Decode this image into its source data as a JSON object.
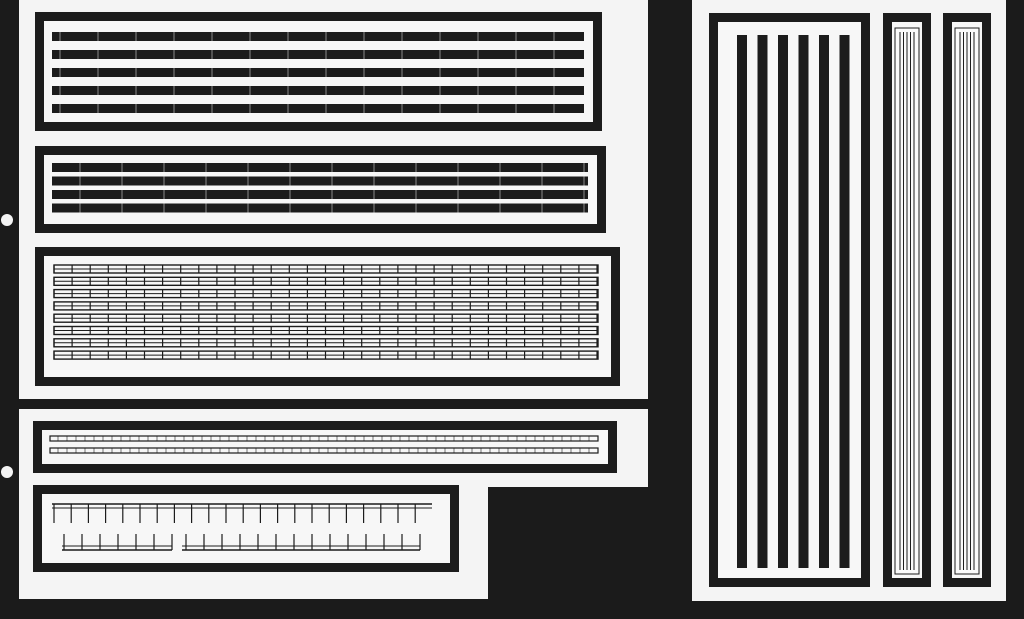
{
  "image": {
    "kind": "photo-etched-parts-fret",
    "colors": {
      "background": "#1b1b1b",
      "sheet": "#f4f4f4",
      "ink": "#1c1c1c"
    },
    "panels": [
      {
        "name": "railing-strip-panel",
        "strips": 5
      },
      {
        "name": "railing-strip-panel",
        "strips": 4
      },
      {
        "name": "ladder-grid-panel",
        "rows": 8
      },
      {
        "name": "thin-rail-panel",
        "strips": 2
      },
      {
        "name": "stanchion-panel",
        "strips": 2
      },
      {
        "name": "vertical-bars-panel",
        "bars": 6
      },
      {
        "name": "vertical-rail-panel",
        "strips": 1
      },
      {
        "name": "vertical-rail-panel",
        "strips": 1
      }
    ]
  }
}
